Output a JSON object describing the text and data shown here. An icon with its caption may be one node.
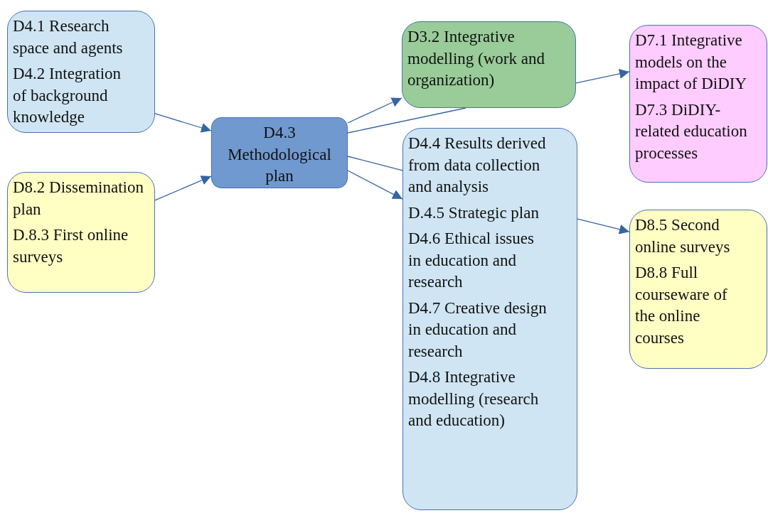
{
  "diagram": {
    "nodes": [
      {
        "text": [
          "D4.1 Research space and agents",
          "D4.2 Integration of background knowledge"
        ]
      },
      {
        "text": [
          "D8.2 Dissemination plan",
          "D.8.3 First online surveys"
        ]
      },
      {
        "text": [
          "D4.3 Methodological plan"
        ]
      },
      {
        "text": [
          "D3.2 Integrative modelling (work and organization)"
        ]
      },
      {
        "text": [
          "D7.1 Integrative models on the impact of DiDIY",
          "D7.3 DiDIY-related education processes"
        ]
      },
      {
        "text": [
          "D4.4 Results derived from data collection and analysis",
          "D.4.5 Strategic plan",
          "D4.6 Ethical issues in education and research",
          "D4.7 Creative design in education and research",
          "D4.8 Integrative modelling (research and education)"
        ]
      },
      {
        "text": [
          "D8.5 Second online surveys",
          "D8.8 Full courseware of the online courses"
        ]
      }
    ],
    "edges": [
      {
        "from": 0,
        "to": 2,
        "arrow": "to"
      },
      {
        "from": 1,
        "to": 2,
        "arrow": "to"
      },
      {
        "from": 2,
        "to": 3,
        "arrow": "to"
      },
      {
        "from": 2,
        "to": 3,
        "arrow": "none"
      },
      {
        "from": 2,
        "to": 5,
        "arrow": "none"
      },
      {
        "from": 2,
        "to": 5,
        "arrow": "to"
      },
      {
        "from": 3,
        "to": 4,
        "arrow": "to"
      },
      {
        "from": 5,
        "to": 6,
        "arrow": "to"
      }
    ]
  }
}
